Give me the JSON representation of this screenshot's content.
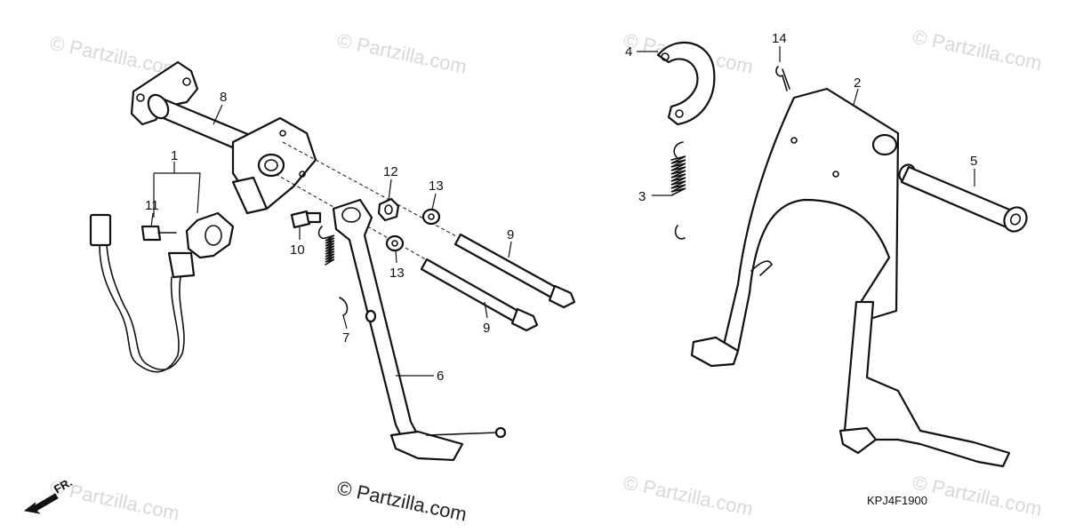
{
  "diagram": {
    "callouts": {
      "c1": "1",
      "c2": "2",
      "c3": "3",
      "c4": "4",
      "c5": "5",
      "c6": "6",
      "c7": "7",
      "c8": "8",
      "c9a": "9",
      "c9b": "9",
      "c10": "10",
      "c11": "11",
      "c12": "12",
      "c13a": "13",
      "c13b": "13",
      "c14": "14"
    },
    "front_label": "FR.",
    "diagram_code": "KPJ4F1900",
    "watermark_main": "© Partzilla.com",
    "watermarks": [
      "© Partzilla.com",
      "© Partzilla.com",
      "© Partzilla.com",
      "© Partzilla.com",
      "© Partzilla.com",
      "© Partzilla.com",
      "© Partzilla.com"
    ],
    "colors": {
      "line": "#111111",
      "watermark": "#d8d8d8",
      "background": "#ffffff"
    }
  }
}
